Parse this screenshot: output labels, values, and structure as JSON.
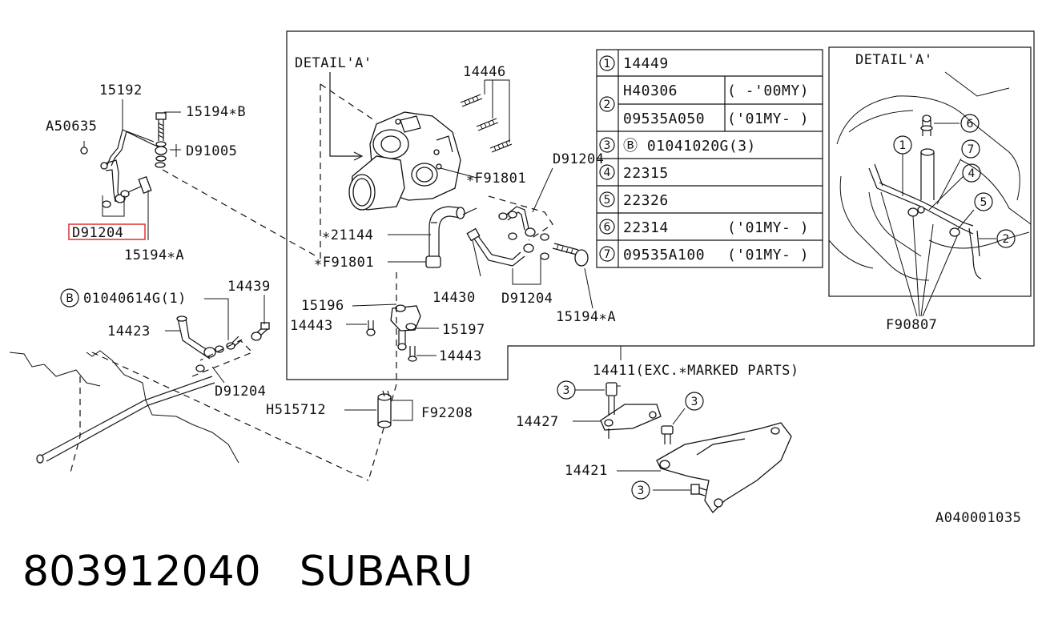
{
  "labels": {
    "p15192": "15192",
    "pA50635": "A50635",
    "p15194B": "15194∗B",
    "pD91005": "D91005",
    "pD91204_hl": "D91204",
    "p15194A_left": "15194∗A",
    "detail_title_main": "DETAIL'A'",
    "p14446": "14446",
    "pF91801_a": "∗F91801",
    "pD91204_top": "D91204",
    "p21144": "∗21144",
    "pF91801_b": "∗F91801",
    "p14430": "14430",
    "pD91204_mid": "D91204",
    "p15194A_right": "15194∗A",
    "p15196": "15196",
    "p14443_a": "14443",
    "p15197": "15197",
    "p14443_b": "14443",
    "bolt_B_label": "B",
    "p01040614G": "01040614G(1)",
    "p14439": "14439",
    "p14423": "14423",
    "pD91204_low": "D91204",
    "pH515712": "H515712",
    "pF92208": "F92208",
    "p14411": "14411(EXC.∗MARKED PARTS)",
    "p14427": "14427",
    "p14421": "14421",
    "circ3": "3",
    "detail_title_inset": "DETAIL'A'",
    "pF90807": "F90807",
    "inset_1": "1",
    "inset_2": "2",
    "inset_5": "5",
    "inset_6": "6",
    "inset_7": "7",
    "inset_4": "4",
    "ref_code": "A040001035"
  },
  "table": {
    "rows": [
      {
        "num": "1",
        "code": "14449",
        "note": ""
      },
      {
        "num": "2",
        "code": "H40306",
        "note": "(  -'00MY)"
      },
      {
        "num": "",
        "code": "09535A050",
        "note": "('01MY-  )"
      },
      {
        "num": "3",
        "code": "Ⓑ 01041020G(3)",
        "note": ""
      },
      {
        "num": "4",
        "code": "22315",
        "note": ""
      },
      {
        "num": "5",
        "code": "22326",
        "note": ""
      },
      {
        "num": "6",
        "code": "22314",
        "note": "('01MY-  )"
      },
      {
        "num": "7",
        "code": "09535A100",
        "note": "('01MY-  )"
      }
    ]
  },
  "footer": {
    "part_number": "803912040",
    "brand": "SUBARU"
  },
  "highlight_color": "#e03030"
}
